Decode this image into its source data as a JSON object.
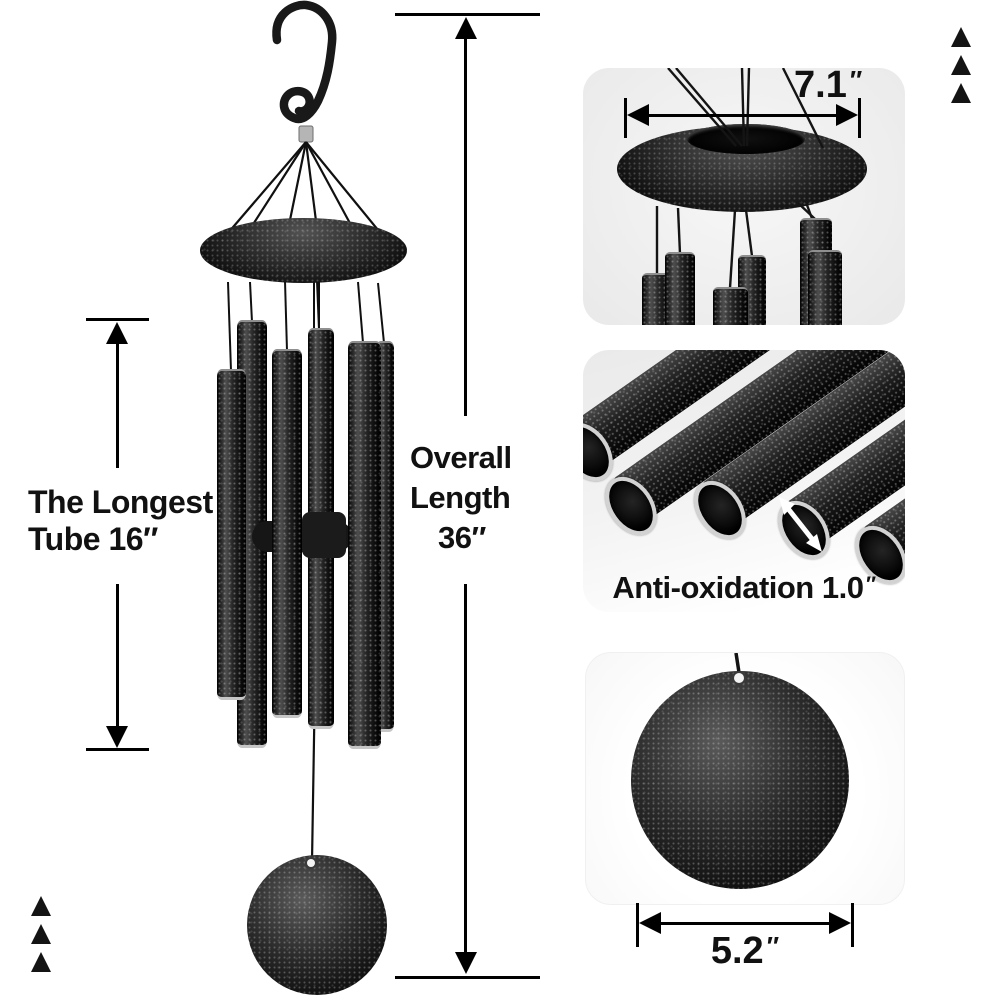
{
  "annotations": {
    "longest_tube_line1": "The Longest",
    "longest_tube_line2": "Tube 16″",
    "overall_line1": "Overall",
    "overall_line2": "Length",
    "overall_value": "36″",
    "top_width_value": "7.1",
    "top_width_unit": "″",
    "anti_oxidation_text": "Anti-oxidation 1.0",
    "anti_oxidation_unit": "″",
    "disc_width_value": "5.2",
    "disc_width_unit": "″"
  },
  "colors": {
    "ink": "#111111",
    "product_black": "#1c1c1c",
    "silver_rim": "#c9c9c9",
    "panel_gray": "#efefef",
    "background": "#ffffff"
  },
  "decor": {
    "corner_triangles_top_right": 3,
    "corner_triangles_bottom_left": 3,
    "triangle_direction": "up"
  }
}
